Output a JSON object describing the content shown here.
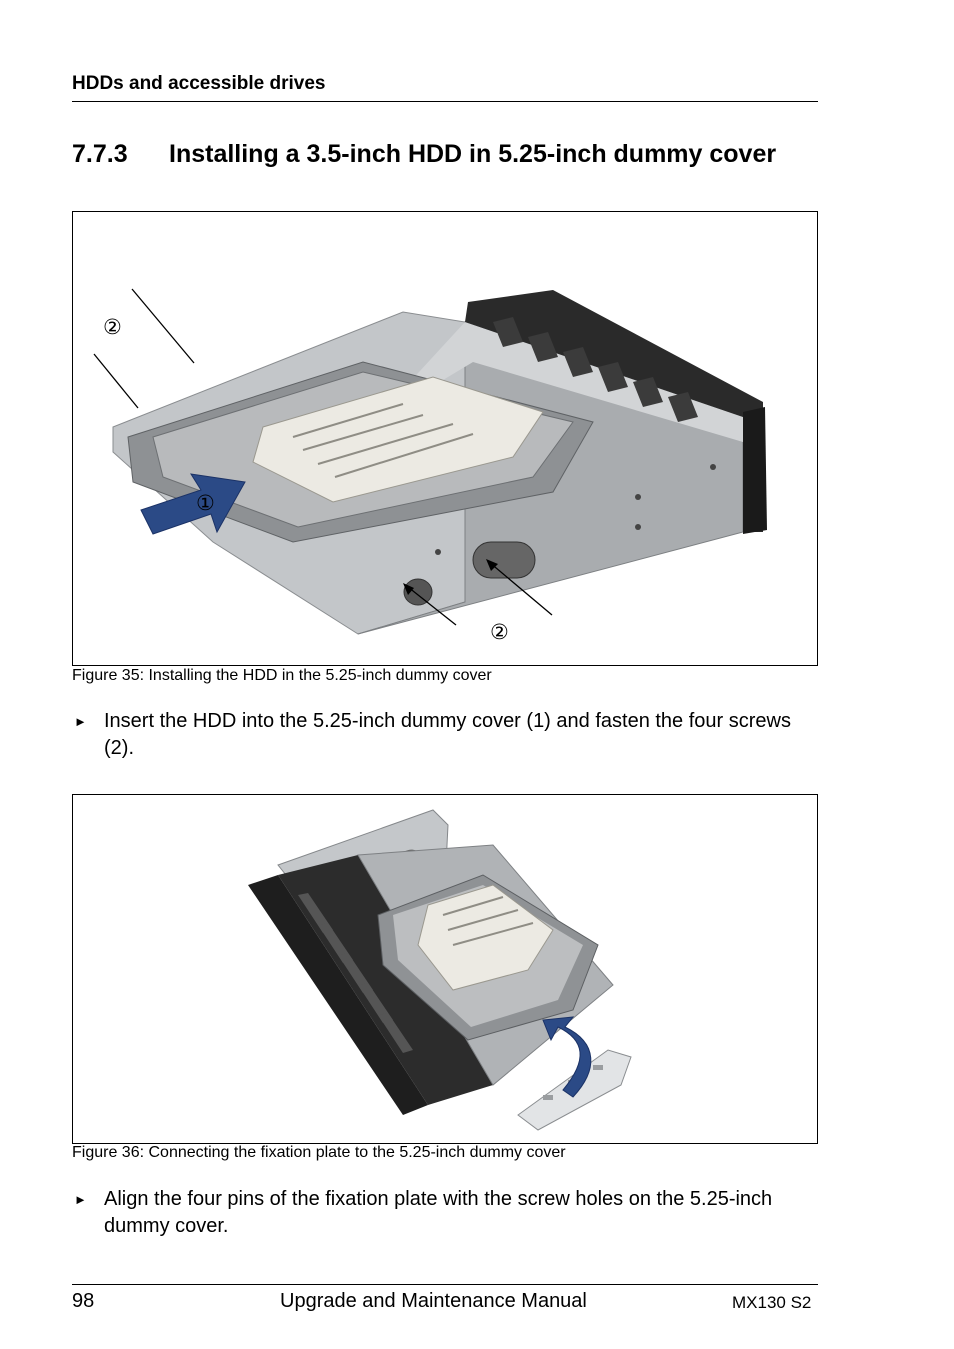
{
  "header": {
    "title": "HDDs and accessible drives"
  },
  "section": {
    "number": "7.7.3",
    "title": "Installing a 3.5-inch HDD in 5.25-inch dummy cover"
  },
  "figures": [
    {
      "caption": "Figure 35: Installing the HDD in the 5.25-inch dummy cover",
      "callouts": {
        "insert": "①",
        "screws_top": "②",
        "screws_bottom": "②"
      }
    },
    {
      "caption": "Figure 36: Connecting the fixation plate to the 5.25-inch dummy cover"
    }
  ],
  "instructions": [
    {
      "marker": "►",
      "text": "Insert the HDD into the 5.25-inch dummy cover (1) and fasten the four screws (2)."
    },
    {
      "marker": "►",
      "text": "Align the four pins of the fixation plate with the screw holes on the 5.25-inch dummy cover."
    }
  ],
  "footer": {
    "page_number": "98",
    "manual_title": "Upgrade and Maintenance Manual",
    "model": "MX130 S2"
  },
  "colors": {
    "arrow_blue": "#2b4a86",
    "cover_metal": "#b9bcbf",
    "hdd_label": "#eceae3",
    "bezel_black": "#1e1e1e"
  }
}
